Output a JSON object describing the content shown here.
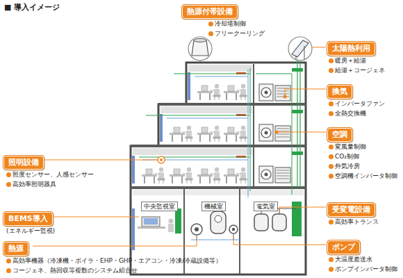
{
  "diagram": {
    "title": "■ 導入イメージ",
    "nodes": [
      {
        "text": [
          "熱源付帯設備",
          "冷却塔制御",
          "フリークーリング"
        ]
      },
      {
        "text": [
          "太陽熱利用",
          "暖房＋給湯",
          "給湯＋コージェネ"
        ]
      },
      {
        "text": [
          "換気",
          "インバータファン",
          "全熱交換機"
        ]
      },
      {
        "text": [
          "空調",
          "変風量制御",
          "CO₂制御",
          "外気冷房",
          "空調機インバータ制御"
        ]
      },
      {
        "text": [
          "照明設備",
          "照度センサー、人感センサー",
          "高効率照明器具"
        ]
      },
      {
        "text": [
          "BEMS導入",
          "(エネルギー監視)"
        ]
      },
      {
        "text": [
          "熱源",
          "高効率機器（冷凍機・ボイラ・EHP・GHP・エアコン・冷凍/冷蔵設備等）",
          "コージェネ、熱回収等複数のシステム組合せ"
        ]
      },
      {
        "text": [
          "受変電設備",
          "高効率トランス"
        ]
      },
      {
        "text": [
          "ポンプ",
          "大温度差送水",
          "ポンプインバータ制御"
        ]
      }
    ],
    "labels": [
      "中央監視室",
      "機械室",
      "電気室"
    ]
  }
}
